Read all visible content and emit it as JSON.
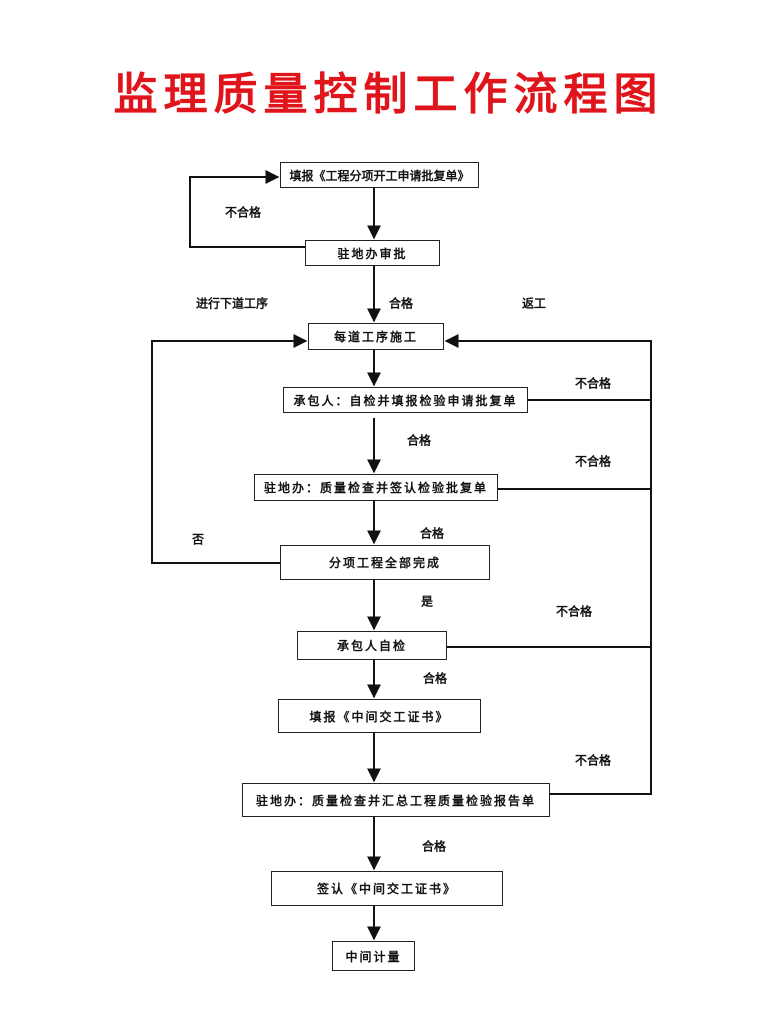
{
  "title": "监理质量控制工作流程图",
  "colors": {
    "title": "#e0141b",
    "line": "#111111"
  },
  "boxes": [
    "填报《工程分项开工申请批复单》",
    "驻地办审批",
    "每道工序施工",
    "承包人：自检并填报检验申请批复单",
    "驻地办：质量检查并签认检验批复单",
    "分项工程全部完成",
    "承包人自检",
    "填报《中间交工证书》",
    "驻地办：质量检查并汇总工程质量检验报告单",
    "签认《中间交工证书》",
    "中间计量"
  ],
  "labels": {
    "fail1": "不合格",
    "next_process": "进行下道工序",
    "pass1": "合格",
    "rework": "返工",
    "fail2": "不合格",
    "pass2": "合格",
    "fail3": "不合格",
    "pass3": "合格",
    "no": "否",
    "yes": "是",
    "fail4": "不合格",
    "pass4": "合格",
    "fail5": "不合格",
    "pass5": "合格"
  }
}
